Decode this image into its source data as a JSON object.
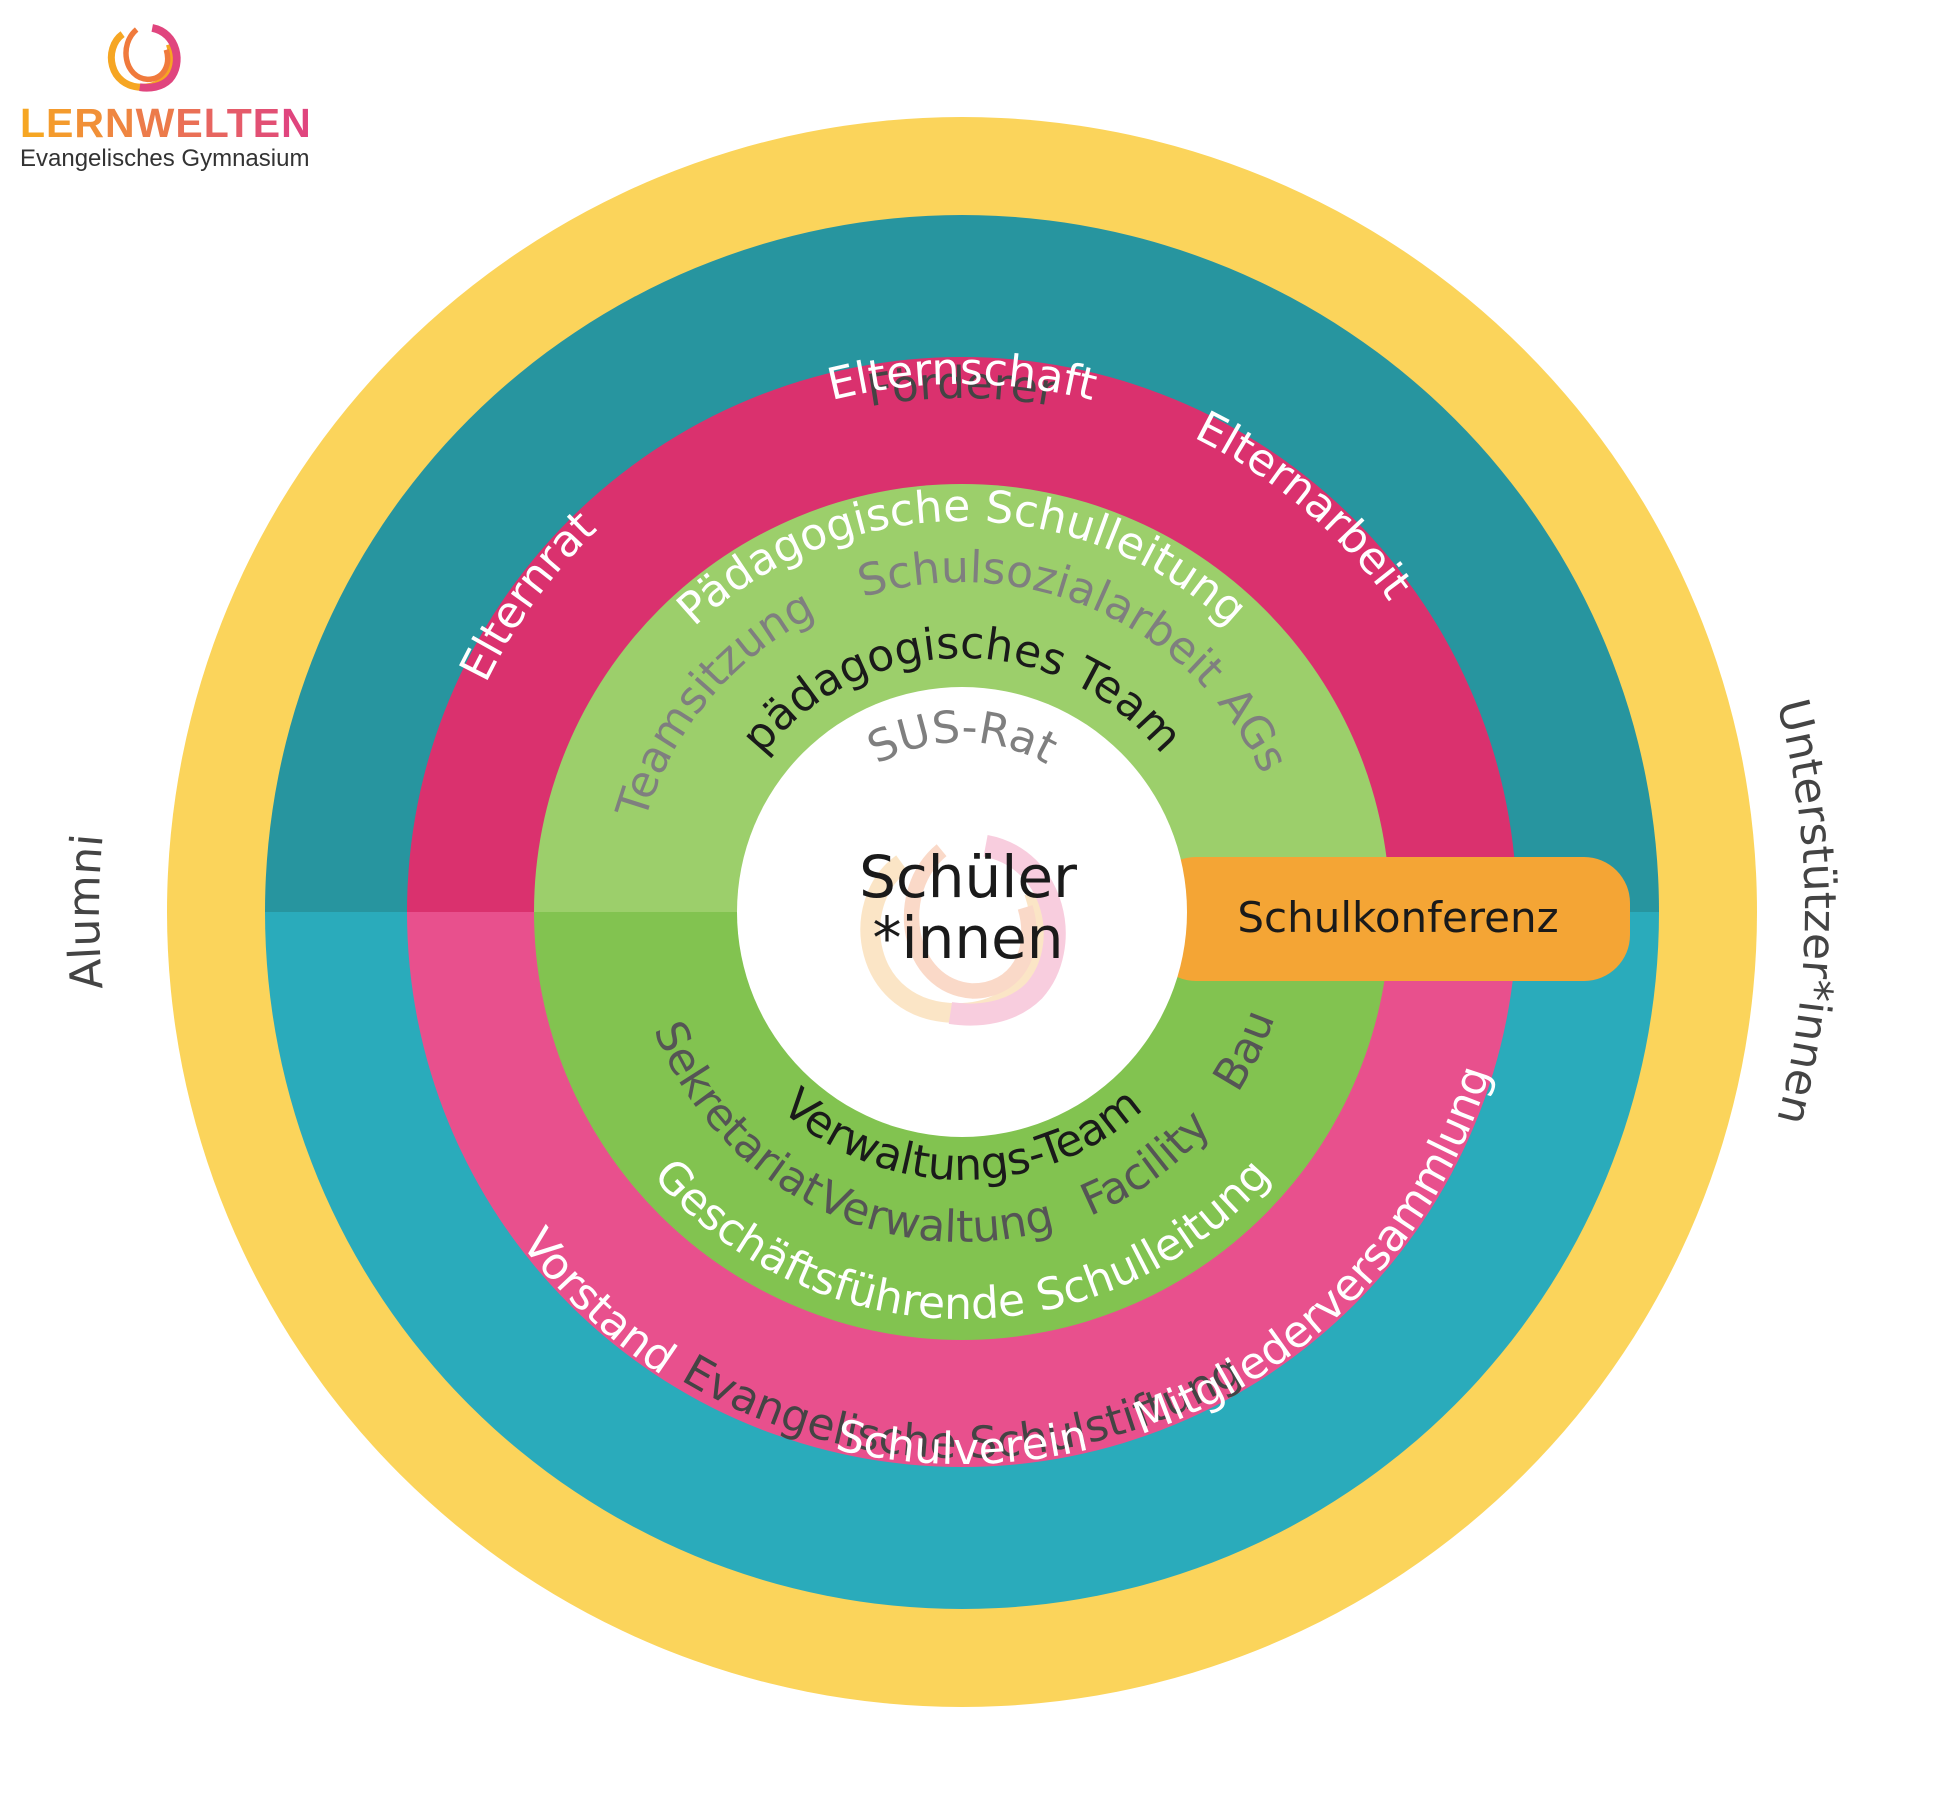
{
  "logo": {
    "name": "LERNWELTEN",
    "subtitle": "Evangelisches Gymnasium",
    "icon": "lernwelten-swirl-logo-icon"
  },
  "colors": {
    "outer_ring": "#FBD45B",
    "ring2_top": "#27959F",
    "ring2_bottom": "#2AABBB",
    "ring3_top": "#DA316E",
    "ring3_bottom": "#E8508D",
    "ring4_top": "#9CCF6B",
    "ring4_bottom": "#82C350",
    "center": "#FFFFFF",
    "conference": "#F4A535",
    "label_dark": "#444444",
    "label_light": "#FFFFFF",
    "label_grey": "#7F7F7F",
    "label_black": "#1A1A1A",
    "label_team_grey": "#555555"
  },
  "rings": {
    "outer": {
      "top": "Förderer",
      "left": "Alumni",
      "right": "Unterstützer*innen",
      "bottom": "Evangelische Schulstiftung"
    },
    "ring2": {
      "top": "Elternschaft",
      "upper_left": "Elternrat",
      "upper_right": "Elternarbeit",
      "lower_left": "Vorstand",
      "bottom": "Schulverein",
      "lower_right": "Mitgliederversammlung"
    },
    "ring3": {
      "top": "Pädagogische Schulleitung",
      "bottom": "Geschäftsführende Schulleitung"
    },
    "ring4": {
      "top": "pädagogisches Team",
      "upper_center": "Schulsozialarbeit",
      "upper_left": "Teamsitzung",
      "upper_right": "AGs",
      "bottom": "Verwaltungs-Team",
      "lower_left": "Sekretariat",
      "lower_center": "Verwaltung",
      "lower_right_1": "Facility",
      "lower_right_2": "Bau"
    },
    "center": {
      "top": "SUS-Rat",
      "line1": "Schüler",
      "line2": "*innen"
    }
  },
  "conference": {
    "label": "Schulkonferenz"
  }
}
